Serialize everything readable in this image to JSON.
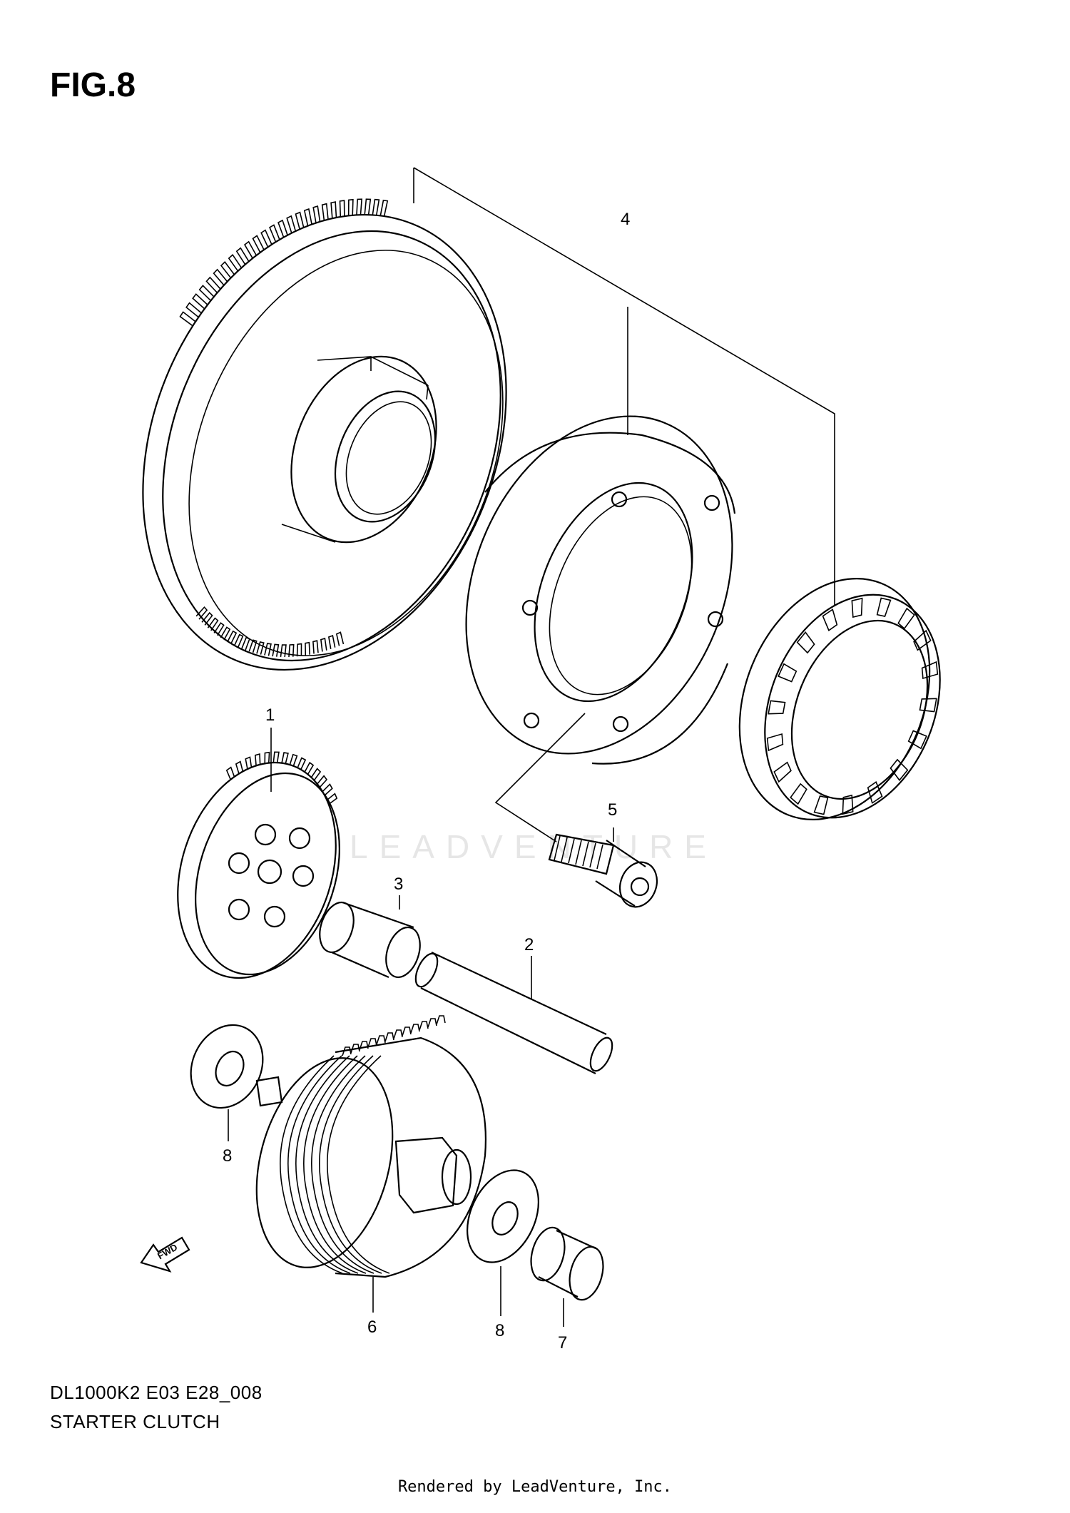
{
  "figure": {
    "title": "FIG.8",
    "model_code": "DL1000K2 E03 E28_008",
    "assembly_name": "STARTER CLUTCH",
    "footer": "Rendered by LeadVenture, Inc.",
    "watermark": "LEADVENTURE",
    "fwd_label": "FWD"
  },
  "callouts": [
    {
      "id": "callout-1",
      "label": "1",
      "part": "starter driven gear"
    },
    {
      "id": "callout-2",
      "label": "2",
      "part": "shaft"
    },
    {
      "id": "callout-3",
      "label": "3",
      "part": "spacer"
    },
    {
      "id": "callout-4",
      "label": "4",
      "part": "starter clutch assembly"
    },
    {
      "id": "callout-5",
      "label": "5",
      "part": "bolt"
    },
    {
      "id": "callout-6",
      "label": "6",
      "part": "starter idle gear"
    },
    {
      "id": "callout-7",
      "label": "7",
      "part": "bushing"
    },
    {
      "id": "callout-8a",
      "label": "8",
      "part": "washer"
    },
    {
      "id": "callout-8b",
      "label": "8",
      "part": "washer"
    }
  ],
  "colors": {
    "line": "#000000",
    "background": "#ffffff",
    "watermark": "#e6e6e6"
  }
}
